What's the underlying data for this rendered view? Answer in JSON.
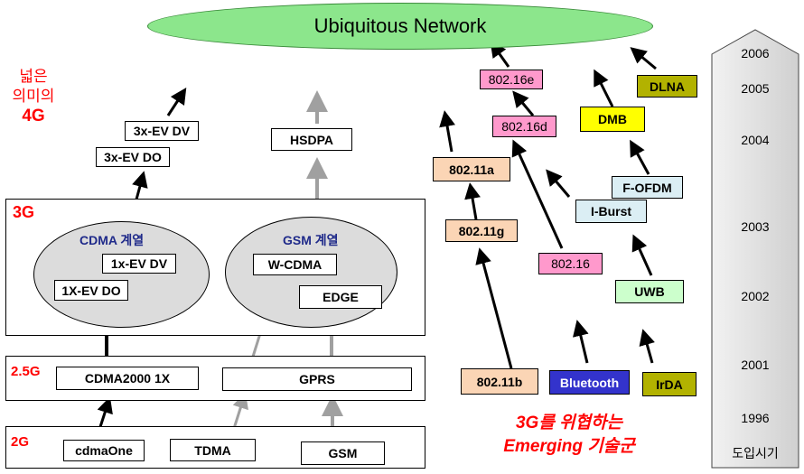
{
  "header": {
    "ubiquitous_network": "Ubiquitous Network"
  },
  "left_title": {
    "line1": "넓은",
    "line2": "의미의",
    "line3": "4G"
  },
  "layers": {
    "g3": "3G",
    "g25": "2.5G",
    "g2": "2G"
  },
  "cdma": {
    "title": "CDMA 계열",
    "evdv": "1x-EV DV",
    "evdo": "1X-EV DO",
    "future_evdo": "3x-EV DO",
    "future_evdv": "3x-EV DV",
    "cdma2000": "CDMA2000 1X",
    "cdmaone": "cdmaOne"
  },
  "gsm": {
    "title": "GSM 계열",
    "wcdma": "W-CDMA",
    "edge": "EDGE",
    "hsdpa": "HSDPA",
    "gprs": "GPRS",
    "tdma": "TDMA",
    "gsm": "GSM"
  },
  "emerging": {
    "e80216e": "802.16e",
    "e80216d": "802.16d",
    "e80216": "802.16",
    "e80211a": "802.11a",
    "e80211g": "802.11g",
    "e80211b": "802.11b",
    "dlna": "DLNA",
    "dmb": "DMB",
    "fofdm": "F-OFDM",
    "iburst": "I-Burst",
    "uwb": "UWB",
    "bluetooth": "Bluetooth",
    "irda": "IrDA"
  },
  "caption": {
    "line1": "3G를 위협하는",
    "line2": "Emerging 기술군"
  },
  "timeline": {
    "years": [
      "2006",
      "2005",
      "2004",
      "2003",
      "2002",
      "2001",
      "1996"
    ],
    "label": "도입시기"
  },
  "colors": {
    "pink": "#ff99cc",
    "peach": "#fbd5b5",
    "light_blue": "#dbeef4",
    "green": "#ccffcc",
    "yellow": "#ffff00",
    "olive": "#b2b200",
    "bluetooth": "#3333cc",
    "ellipse_green": "#8ce68c",
    "red": "#ff0000",
    "gray_arrow": "#a0a0a0"
  }
}
